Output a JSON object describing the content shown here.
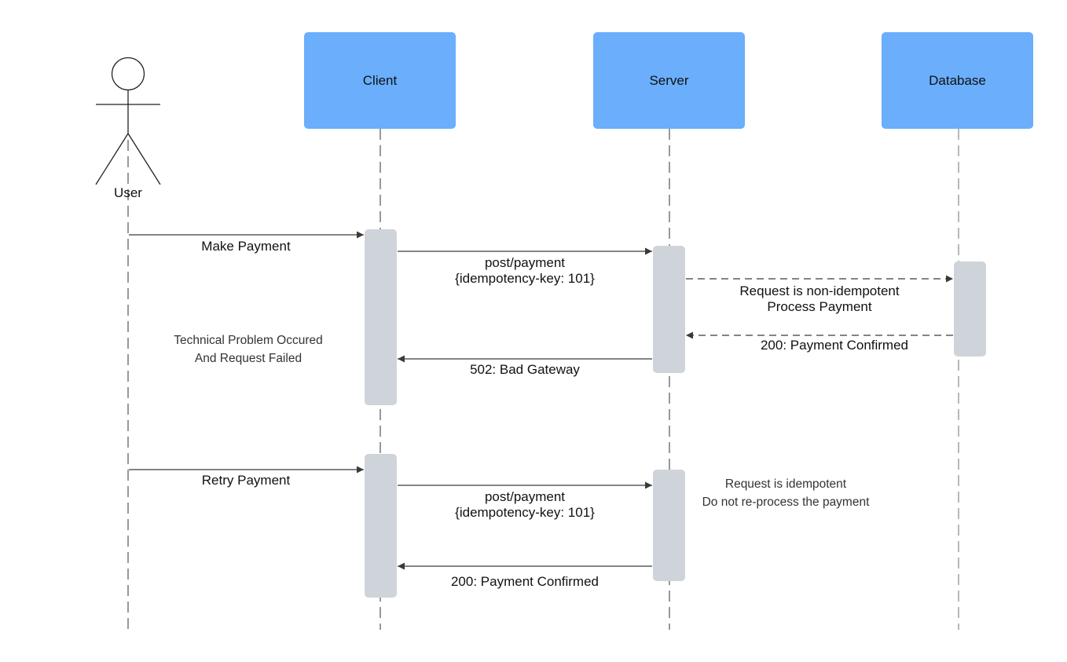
{
  "participants": {
    "user": "User",
    "client": "Client",
    "server": "Server",
    "database": "Database"
  },
  "messages": {
    "make_payment": "Make Payment",
    "post_payment_1_line1": "post/payment",
    "post_payment_1_line2": "{idempotency-key: 101}",
    "db_request_line1": "Request is non-idempotent",
    "db_request_line2": "Process Payment",
    "db_confirmed": "200: Payment Confirmed",
    "bad_gateway": "502: Bad Gateway",
    "retry_payment": "Retry Payment",
    "post_payment_2_line1": "post/payment",
    "post_payment_2_line2": "{idempotency-key: 101}",
    "final_confirmed": "200: Payment Confirmed"
  },
  "notes": {
    "failure_line1": "Technical Problem Occured",
    "failure_line2": "And Request Failed",
    "idempotent_line1": "Request is idempotent",
    "idempotent_line2": "Do not re-process the payment"
  },
  "colors": {
    "participant_fill": "#6aaefc",
    "activation_fill": "#cfd4da",
    "line": "#3a3a3a",
    "lifeline": "#555555"
  }
}
